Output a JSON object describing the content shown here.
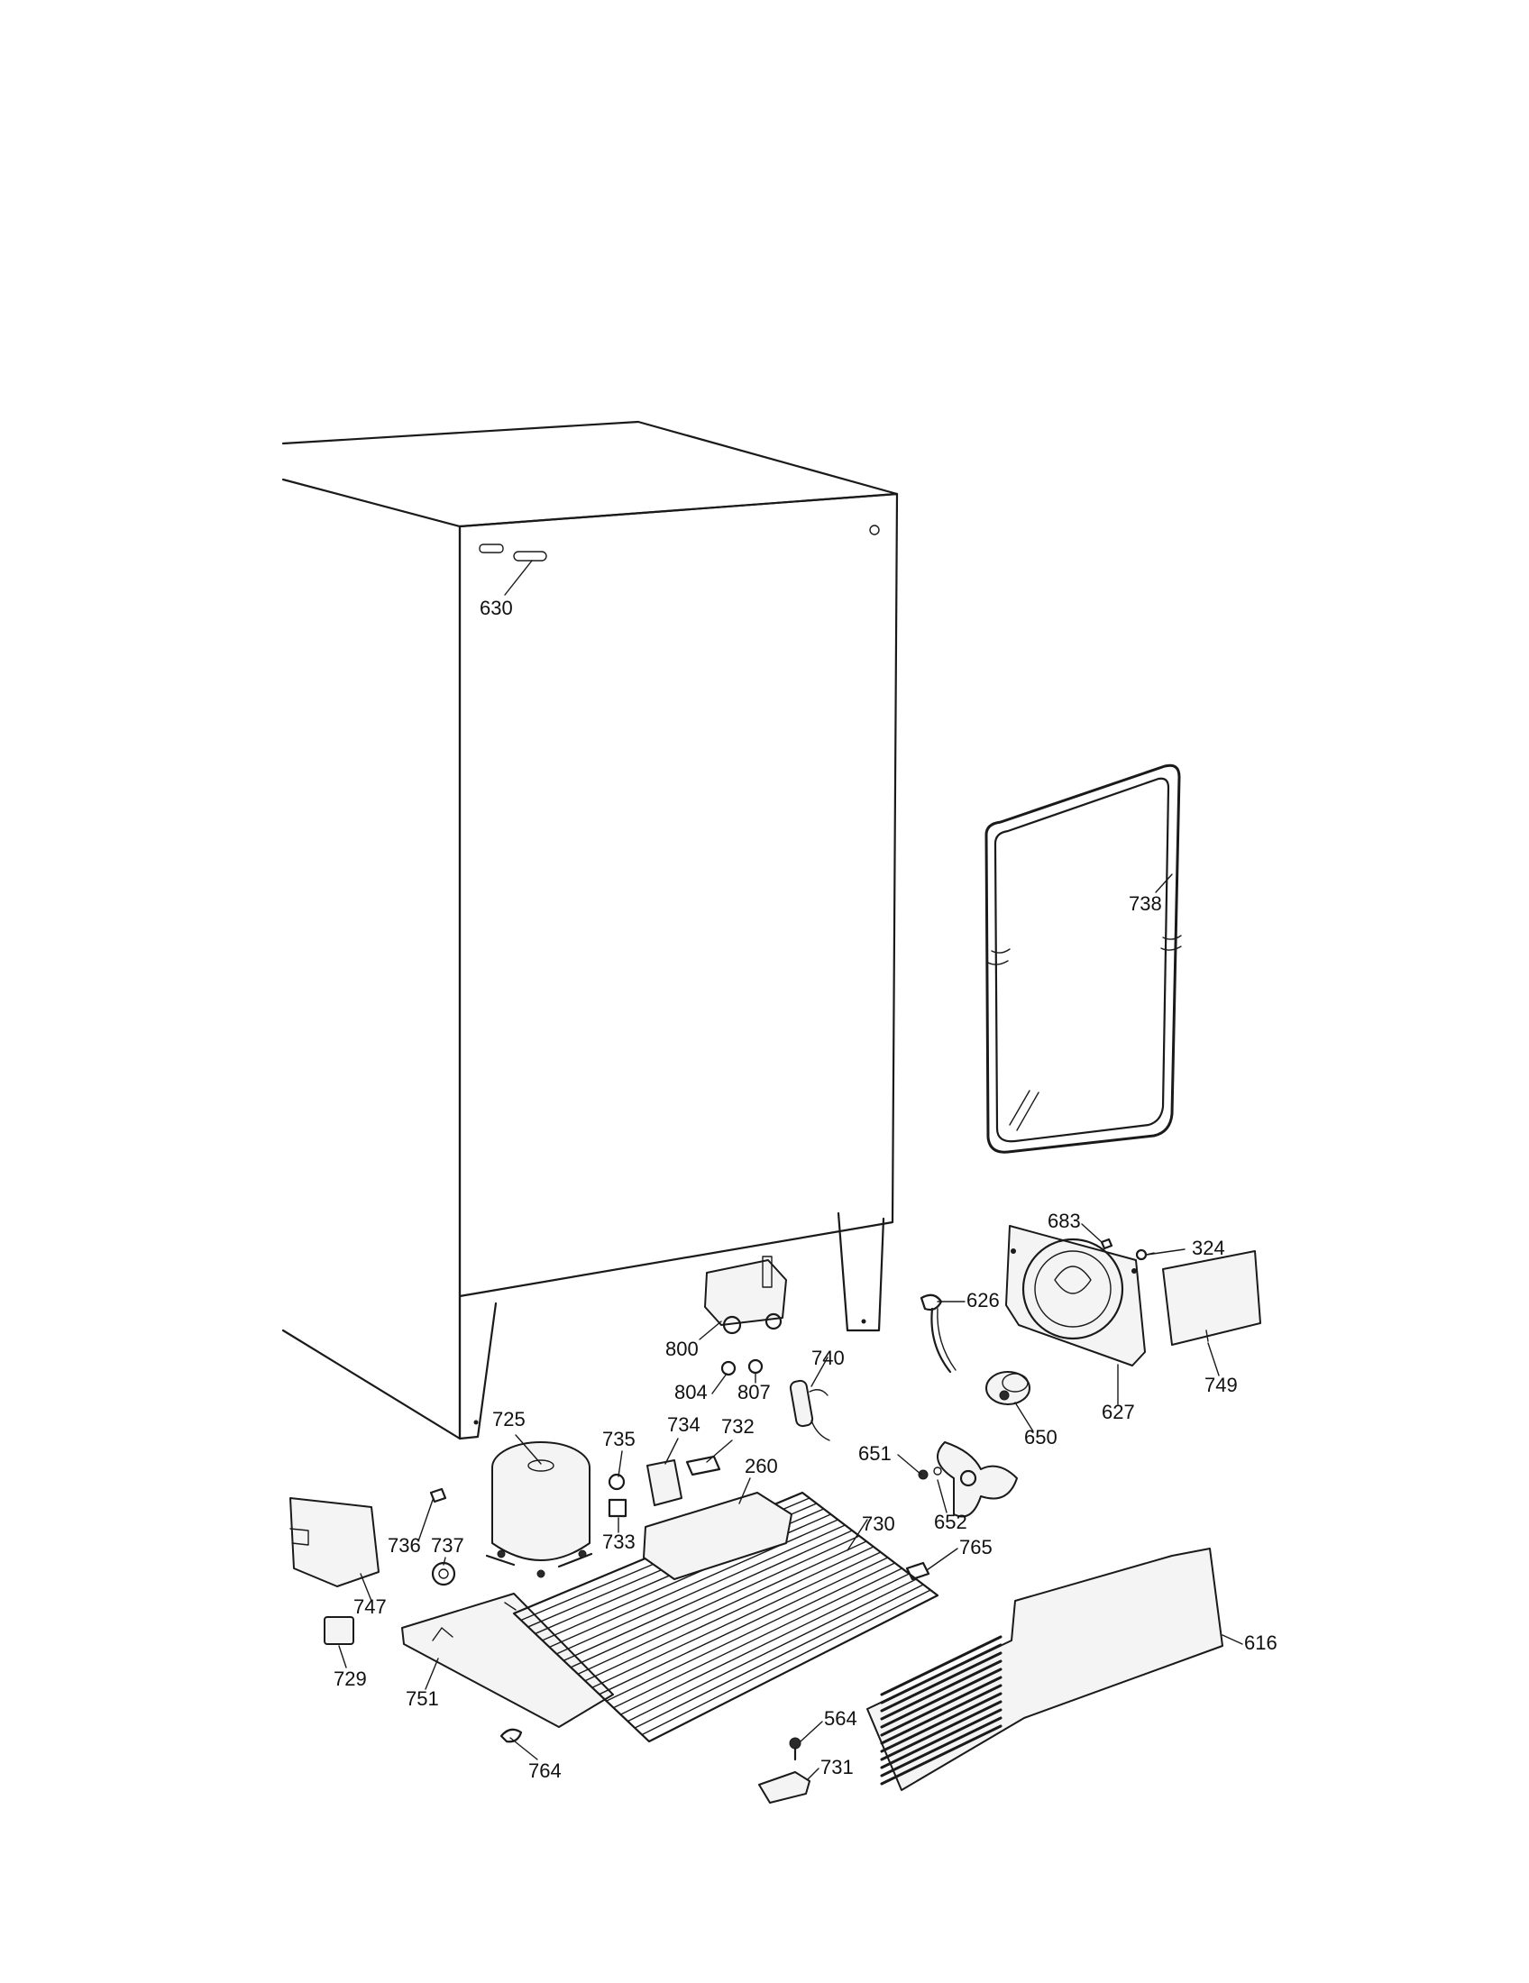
{
  "diagram": {
    "callouts": [
      {
        "id": "630",
        "label": "630"
      },
      {
        "id": "738",
        "label": "738"
      },
      {
        "id": "683",
        "label": "683"
      },
      {
        "id": "324",
        "label": "324"
      },
      {
        "id": "626",
        "label": "626"
      },
      {
        "id": "800",
        "label": "800"
      },
      {
        "id": "740",
        "label": "740"
      },
      {
        "id": "804",
        "label": "804"
      },
      {
        "id": "807",
        "label": "807"
      },
      {
        "id": "627",
        "label": "627"
      },
      {
        "id": "749",
        "label": "749"
      },
      {
        "id": "650",
        "label": "650"
      },
      {
        "id": "725",
        "label": "725"
      },
      {
        "id": "735",
        "label": "735"
      },
      {
        "id": "734",
        "label": "734"
      },
      {
        "id": "732",
        "label": "732"
      },
      {
        "id": "651",
        "label": "651"
      },
      {
        "id": "260",
        "label": "260"
      },
      {
        "id": "652",
        "label": "652"
      },
      {
        "id": "730",
        "label": "730"
      },
      {
        "id": "765",
        "label": "765"
      },
      {
        "id": "736",
        "label": "736"
      },
      {
        "id": "737",
        "label": "737"
      },
      {
        "id": "733",
        "label": "733"
      },
      {
        "id": "747",
        "label": "747"
      },
      {
        "id": "616",
        "label": "616"
      },
      {
        "id": "729",
        "label": "729"
      },
      {
        "id": "751",
        "label": "751"
      },
      {
        "id": "564",
        "label": "564"
      },
      {
        "id": "731",
        "label": "731"
      },
      {
        "id": "764",
        "label": "764"
      }
    ]
  }
}
